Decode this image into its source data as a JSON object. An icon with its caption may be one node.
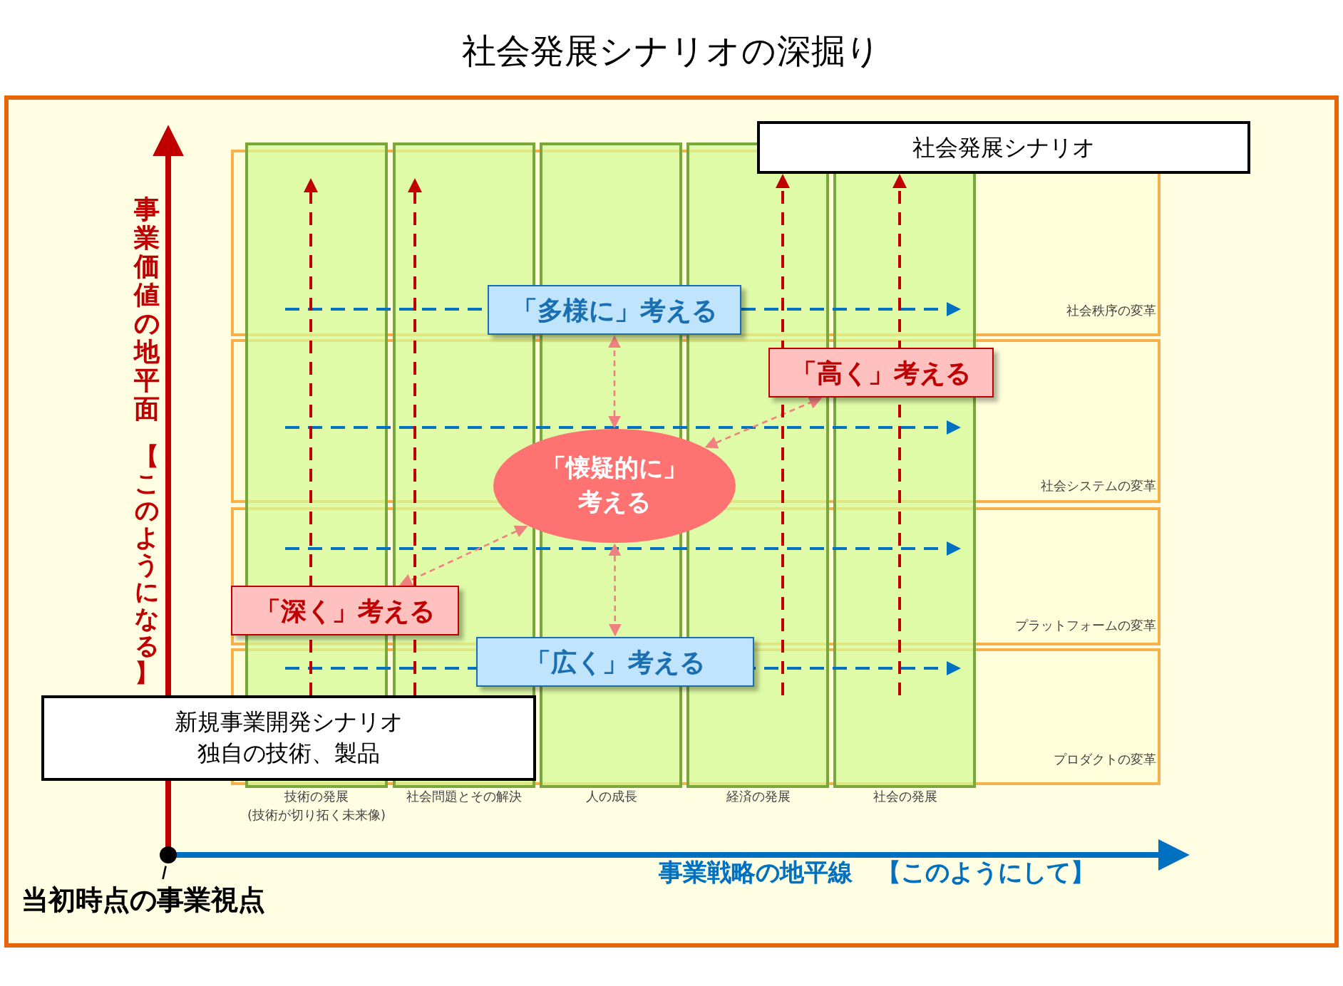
{
  "diagram": {
    "title": "社会発展シナリオの深掘り",
    "nodes": [
      {
        "text": [
          "社会発展シナリオ"
        ]
      },
      {
        "text": [
          "「多様に」考える"
        ]
      },
      {
        "text": [
          "「高く」考える"
        ]
      },
      {
        "text": [
          "「懐疑的に」考える"
        ]
      },
      {
        "text": [
          "「深く」考える"
        ]
      },
      {
        "text": [
          "「広く」考える"
        ]
      },
      {
        "text": [
          "新規事業開発シナリオ",
          "独自の技術、製品"
        ]
      },
      {
        "text": [],
        "shape": "circle"
      },
      {
        "text": [
          "当初時点の事業視点"
        ]
      }
    ],
    "edges": [
      {
        "from": 3,
        "to": 1,
        "arrow": "both",
        "style": "dashed",
        "color": "#f08080"
      },
      {
        "from": 3,
        "to": 2,
        "arrow": "both",
        "style": "dashed",
        "color": "#f08080"
      },
      {
        "from": 3,
        "to": 4,
        "arrow": "both",
        "style": "dashed",
        "color": "#f08080"
      },
      {
        "from": 3,
        "to": 5,
        "arrow": "both",
        "style": "dashed",
        "color": "#f08080"
      },
      {
        "from": 8,
        "to": 7,
        "arrow": "none",
        "color": "#000000"
      },
      {
        "from": 6,
        "to": null,
        "arrow": "to",
        "style": "dashed",
        "color": "#c00000"
      },
      {
        "from": 6,
        "to": null,
        "arrow": "to",
        "style": "dashed",
        "color": "#c00000"
      },
      {
        "from": null,
        "to": 0,
        "arrow": "to",
        "style": "dashed",
        "color": "#c00000"
      },
      {
        "from": null,
        "to": 0,
        "arrow": "to",
        "style": "dashed",
        "color": "#c00000"
      }
    ],
    "labels": [
      "事業価値の地平面",
      "【このようになる】",
      "社会秩序の変革",
      "社会システムの変革",
      "プラットフォームの変革",
      "プロダクトの変革",
      "技術の発展",
      "(技術が切り拓く未来像)",
      "社会問題とその解決",
      "人の成長",
      "経済の発展",
      "社会の発展",
      "事業戦略の地平線　【このようにして】"
    ]
  }
}
